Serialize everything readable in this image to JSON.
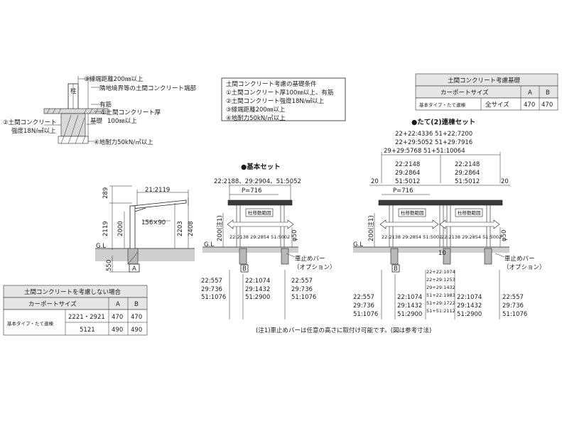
{
  "section_detail": {
    "edge_distance": "③縁端距離200㎜以上",
    "pillar": "柱",
    "adjacent": "隣地境界等の土間コンクリート端部",
    "rebar": "有筋",
    "slab_thickness_1": "①土間コンクリート厚",
    "slab_thickness_2": "100㎜以上",
    "foundation": "基礎",
    "strength_1": "②土間コンクリート",
    "strength_2": "強度18N/㎟以上",
    "bearing": "④地耐力50kN/㎡以上"
  },
  "conditions_box": {
    "title": "土間コンクリート考慮の基礎条件",
    "items": [
      "①土間コンクリート厚100㎜以上、有筋",
      "②土間コンクリート強度18N/㎟以上",
      "③縁端距離200㎜以上",
      "④地耐力50kN/㎡以上"
    ]
  },
  "table_considered": {
    "title": "土間コンクリート考慮基礎",
    "col_size": "カーポートサイズ",
    "col_a": "A",
    "col_b": "B",
    "row_type": "基本タイプ・たて連棟",
    "row_size": "全サイズ",
    "row_a": "470",
    "row_b": "470"
  },
  "table_not_considered": {
    "title": "土間コンクリートを考慮しない場合",
    "col_size": "カーポートサイズ",
    "col_a": "A",
    "col_b": "B",
    "row_type": "基本タイプ・たて連棟",
    "rows": [
      {
        "size": "2221・2921",
        "a": "470",
        "b": "470"
      },
      {
        "size": "5121",
        "a": "490",
        "b": "490"
      }
    ]
  },
  "side_view": {
    "top": "21:2119",
    "h289": "289",
    "h2119": "2119",
    "h2000": "2000",
    "h2203": "2203",
    "h2408": "2408",
    "beam": "156×90",
    "gl": "G.L",
    "h550": "550",
    "label_a": "A"
  },
  "basic_set": {
    "title": "●基本セット",
    "depth": "22:2188、29:2904、51:5052",
    "pitch": "P=716",
    "sign": "杜移動範囲",
    "dims_inner": "22:2138  29:2854  51:5002",
    "h200": "200(注1)",
    "phi": "φ50",
    "gl": "G.L",
    "label_b": "B",
    "bar_1": "車止めバー",
    "bar_2": "（オプション）",
    "left_dims": [
      "22:557",
      "29:736",
      "51:1076"
    ],
    "mid_dims": [
      "22:1074",
      "29:1432",
      "51:2900"
    ],
    "right_dims": [
      "22:557",
      "29:736",
      "51:1076"
    ]
  },
  "tandem_set": {
    "title": "●たて(2)連棟セット",
    "total": [
      "22+22:4336  51+22:7200",
      "22+29:5052  51+29:7916",
      "29+29:5768  51+51:10064"
    ],
    "bay_1": [
      "22:2148",
      "29:2864",
      "51:5012"
    ],
    "bay_2": [
      "22:2148",
      "29:2864",
      "51:5012"
    ],
    "overhang": "20",
    "pitch": "P=716",
    "sign": "杜移動範囲",
    "dims_inner_1": "22:2138  29:2854  51:5002",
    "dims_inner_2": "22:2138  29:2854  51:5002",
    "h200": "200(注1)",
    "phi": "φ50",
    "gl": "G.L",
    "ten": "10",
    "label_b": "B",
    "bar_1": "車止めバー",
    "bar_2": "（オプション）",
    "left_dims": [
      "22:557",
      "29:736",
      "51:1076"
    ],
    "mid_dims_1": [
      "22:1074",
      "29:1432",
      "51:2900"
    ],
    "mid_dims_2": [
      "22:1074",
      "29:1432",
      "51:2900"
    ],
    "center_dims": [
      "22+22:1074",
      "22+29:1253",
      "29+29:1432",
      "51+22:1983",
      "51+29:1722",
      "51+51:2112"
    ],
    "right_dims": [
      "22:557",
      "29:736",
      "51:1076"
    ]
  },
  "note": "(注1)車止めバーは任意の高さに取付け可能です。(図は参考寸法)"
}
